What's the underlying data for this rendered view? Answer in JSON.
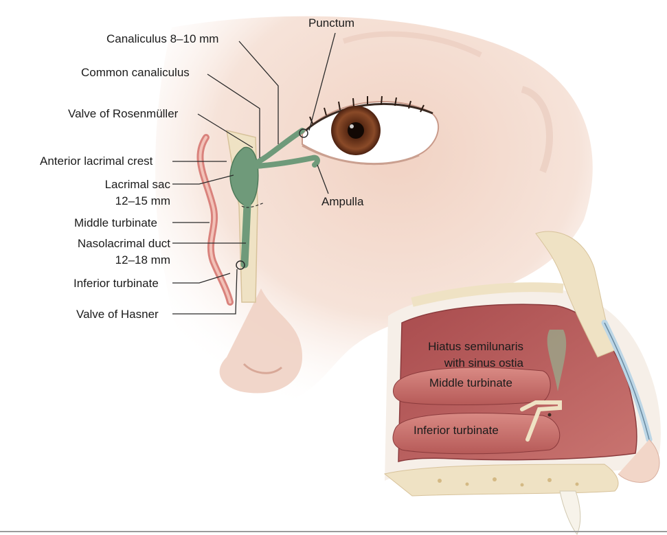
{
  "labels": {
    "canaliculus": "Canaliculus 8–10 mm",
    "punctum": "Punctum",
    "common_canaliculus": "Common canaliculus",
    "valve_rosenmuller": "Valve of Rosenmüller",
    "anterior_crest": "Anterior lacrimal crest",
    "lacrimal_sac": "Lacrimal sac",
    "lacrimal_sac_size": "12–15 mm",
    "ampulla": "Ampulla",
    "middle_turbinate": "Middle turbinate",
    "nasolacrimal_duct": "Nasolacrimal duct",
    "nasolacrimal_duct_size": "12–18 mm",
    "inferior_turbinate": "Inferior turbinate",
    "valve_hasner": "Valve of Hasner",
    "hiatus_line1": "Hiatus semilunaris",
    "hiatus_line2": "with sinus ostia",
    "inset_middle_turbinate": "Middle turbinate",
    "inset_inferior_turbinate": "Inferior turbinate"
  },
  "colors": {
    "skin": "#f3d9cc",
    "skin_dark": "#e7bfae",
    "lacrimal_green": "#6f9a7a",
    "mucosa": "#d9827c",
    "bone": "#efe2c4",
    "iris": "#7a3f22",
    "nasal_cavity": "#b85a5a",
    "leader": "#2a2a2a"
  }
}
